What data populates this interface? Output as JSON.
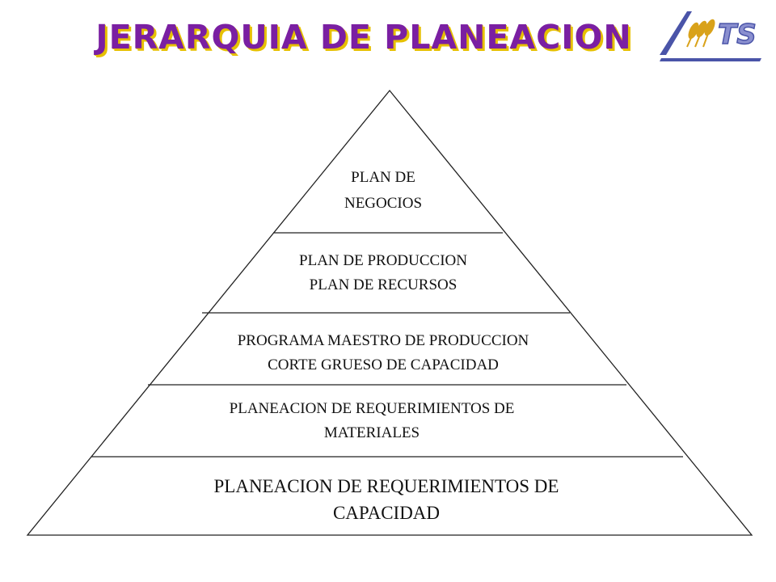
{
  "title": "JERARQUIA DE PLANEACION",
  "logo": {
    "text": "TS",
    "icon": "wheat-logo-icon"
  },
  "colors": {
    "title": "#7a1fa2",
    "title_shadow": "#e6c000",
    "logo_blue": "#4a54a8",
    "logo_gold": "#d9a21a",
    "lines": "#222222"
  },
  "levels": [
    {
      "lines": [
        "PLAN DE",
        "NEGOCIOS"
      ]
    },
    {
      "lines": [
        "PLAN DE PRODUCCION",
        "PLAN DE RECURSOS"
      ]
    },
    {
      "lines": [
        "PROGRAMA MAESTRO DE PRODUCCION",
        "CORTE GRUESO DE CAPACIDAD"
      ]
    },
    {
      "lines": [
        "PLANEACION DE REQUERIMIENTOS DE",
        "MATERIALES"
      ]
    },
    {
      "lines": [
        "PLANEACION DE REQUERIMIENTOS DE",
        "CAPACIDAD"
      ]
    }
  ]
}
